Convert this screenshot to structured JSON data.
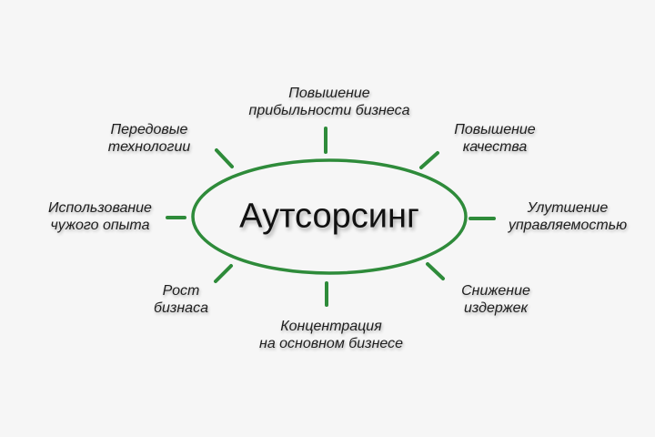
{
  "diagram": {
    "center": {
      "label": "Аутсорсинг"
    },
    "colors": {
      "accent": "#2e8b3a",
      "background": "#f6f6f6",
      "text": "#1e1e1e"
    },
    "nodes": [
      {
        "id": "top",
        "lines": [
          "Повышение",
          "прибыльности бизнеса"
        ]
      },
      {
        "id": "top-left",
        "lines": [
          "Передовые",
          "технологии"
        ]
      },
      {
        "id": "top-right",
        "lines": [
          "Повышение",
          "качества"
        ]
      },
      {
        "id": "left",
        "lines": [
          "Использование",
          "чужого опыта"
        ]
      },
      {
        "id": "right",
        "lines": [
          "Улутшение",
          "управляемостью"
        ]
      },
      {
        "id": "bottom-left",
        "lines": [
          "Рост",
          "бизнаса"
        ]
      },
      {
        "id": "bottom-right",
        "lines": [
          "Снижение",
          "издержек"
        ]
      },
      {
        "id": "bottom",
        "lines": [
          "Концентрация",
          "на основном бизнесе"
        ]
      }
    ]
  }
}
